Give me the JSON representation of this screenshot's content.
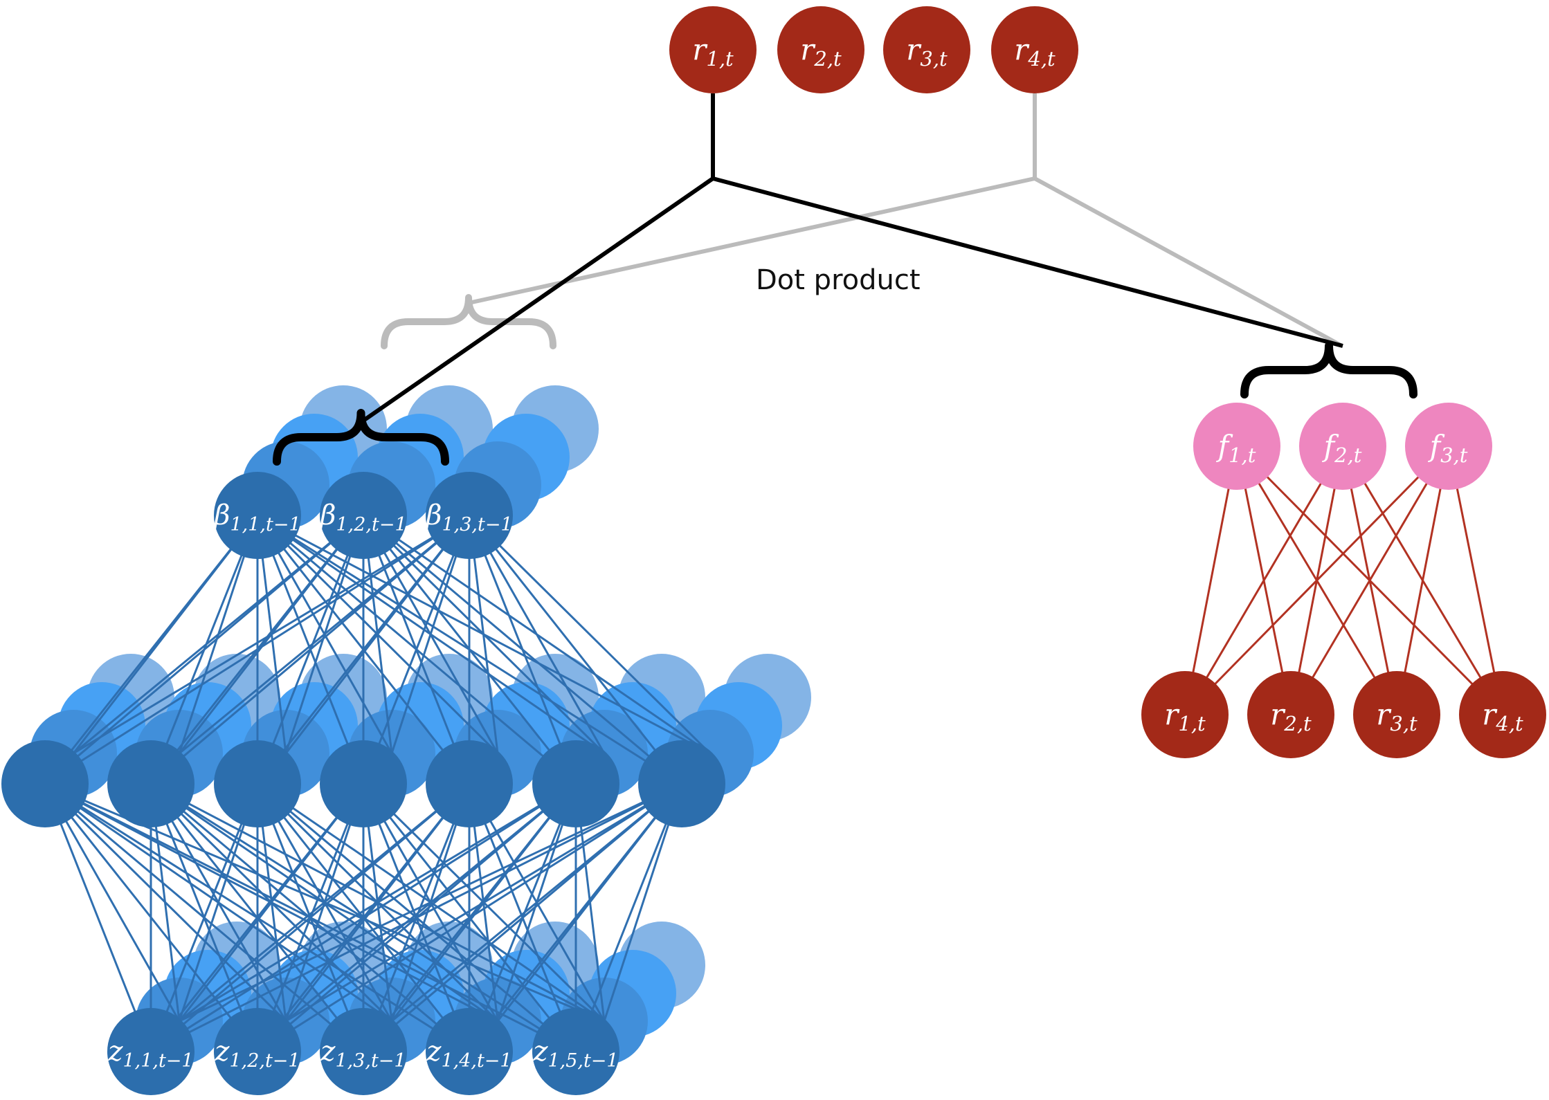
{
  "caption": "Dot product",
  "colors": {
    "returns_node": "#a32918",
    "factor_node": "#ee86bf",
    "net_dark": "#2c6ead",
    "net_mid": "#418fda",
    "net_bright": "#47a1f4",
    "net_light": "#84b4e6",
    "net_edge": "#2f6fb0",
    "factor_edge": "#b23222",
    "active_path": "#000000",
    "inactive_path": "#bbbbbb"
  },
  "returns_top": [
    {
      "sym": "r",
      "sub": "1,t"
    },
    {
      "sym": "r",
      "sub": "2,t"
    },
    {
      "sym": "r",
      "sub": "3,t"
    },
    {
      "sym": "r",
      "sub": "4,t"
    }
  ],
  "factors": [
    {
      "sym": "f",
      "sub": "1,t"
    },
    {
      "sym": "f",
      "sub": "2,t"
    },
    {
      "sym": "f",
      "sub": "3,t"
    }
  ],
  "returns_bottom": [
    {
      "sym": "r",
      "sub": "1,t"
    },
    {
      "sym": "r",
      "sub": "2,t"
    },
    {
      "sym": "r",
      "sub": "3,t"
    },
    {
      "sym": "r",
      "sub": "4,t"
    }
  ],
  "betas": [
    {
      "sym": "β",
      "sub": "1,1,t−1"
    },
    {
      "sym": "β",
      "sub": "1,2,t−1"
    },
    {
      "sym": "β",
      "sub": "1,3,t−1"
    }
  ],
  "inputs": [
    {
      "sym": "z",
      "sub": "1,1,t−1"
    },
    {
      "sym": "z",
      "sub": "1,2,t−1"
    },
    {
      "sym": "z",
      "sub": "1,3,t−1"
    },
    {
      "sym": "z",
      "sub": "1,4,t−1"
    },
    {
      "sym": "z",
      "sub": "1,5,t−1"
    }
  ]
}
